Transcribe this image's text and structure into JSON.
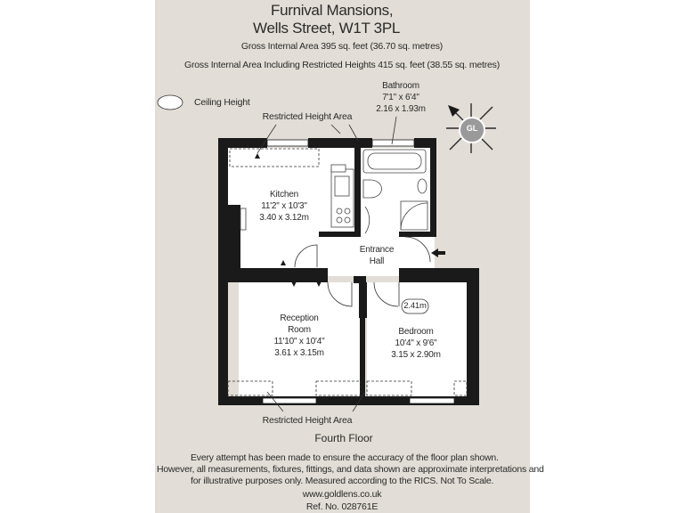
{
  "header": {
    "title_line1": "Furnival Mansions,",
    "title_line2": "Wells Street, W1T 3PL",
    "gross_area": "Gross Internal Area 395 sq. feet (36.70 sq. metres)",
    "gross_area_restricted": "Gross Internal Area Including Restricted Heights 415 sq. feet (38.55 sq. metres)"
  },
  "legend": {
    "ceiling_height": "Ceiling Height"
  },
  "compass": {
    "label": "GL"
  },
  "annotations": {
    "restricted_top": "Restricted Height Area",
    "restricted_bottom": "Restricted Height Area"
  },
  "rooms": {
    "bathroom": {
      "name": "Bathroom",
      "imperial": "7'1\" x 6'4\"",
      "metric": "2.16 x 1.93m"
    },
    "kitchen": {
      "name": "Kitchen",
      "imperial": "11'2\" x 10'3\"",
      "metric": "3.40 x 3.12m"
    },
    "entrance": {
      "name": "Entrance",
      "name2": "Hall"
    },
    "reception": {
      "name": "Reception",
      "name2": "Room",
      "imperial": "11'10\" x 10'4\"",
      "metric": "3.61 x 3.15m"
    },
    "bedroom": {
      "name": "Bedroom",
      "imperial": "10'4\" x 9'6\"",
      "metric": "3.15 x 2.90m",
      "ceiling_height": "2.41m"
    }
  },
  "floor_label": "Fourth Floor",
  "footer": {
    "line1": "Every attempt has been made to ensure the accuracy of the floor plan shown.",
    "line2": "However, all measurements, fixtures, fittings, and data shown are approximate interpretations and",
    "line3": "for illustrative purposes only. Measured according to the RICS. Not To Scale.",
    "website": "www.goldlens.co.uk",
    "ref": "Ref. No. 028761E"
  },
  "colors": {
    "paper": "#e2ddd6",
    "wall": "#1a1a1a",
    "floor": "#ffffff",
    "ink": "#2a2a2a"
  }
}
